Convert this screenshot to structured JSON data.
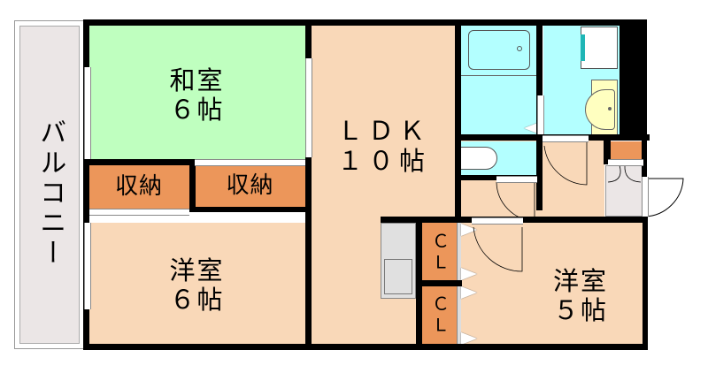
{
  "floorplan": {
    "colors": {
      "tatami": "#bfffbf",
      "flooring": "#f9d8b8",
      "storage": "#ec965a",
      "wet_area": "#b3ffff",
      "balcony": "#ebe6e6",
      "kitchen_counter": "#e0e0e0",
      "washbasin": "#ffffc0",
      "wall": "#000000"
    },
    "balcony": {
      "label": "バルコニー"
    },
    "rooms": {
      "washitsu": {
        "name": "和室",
        "size": "６帖"
      },
      "ldk": {
        "name": "ＬＤＫ",
        "size": "１０帖"
      },
      "youshitsu_left": {
        "name": "洋室",
        "size": "６帖"
      },
      "youshitsu_right": {
        "name": "洋室",
        "size": "５帖"
      }
    },
    "storage": {
      "left": "収納",
      "right": "収納",
      "closet_top": "ＣＬ",
      "closet_bottom": "ＣＬ"
    },
    "fixtures": {
      "bathtub": "bathtub",
      "washing_machine": "washing-machine",
      "washbasin": "washbasin",
      "toilet": "toilet",
      "kitchen_sink": "kitchen-sink",
      "shoe_cabinet": "shoe-cabinet",
      "entrance_door": "entrance-door"
    }
  }
}
